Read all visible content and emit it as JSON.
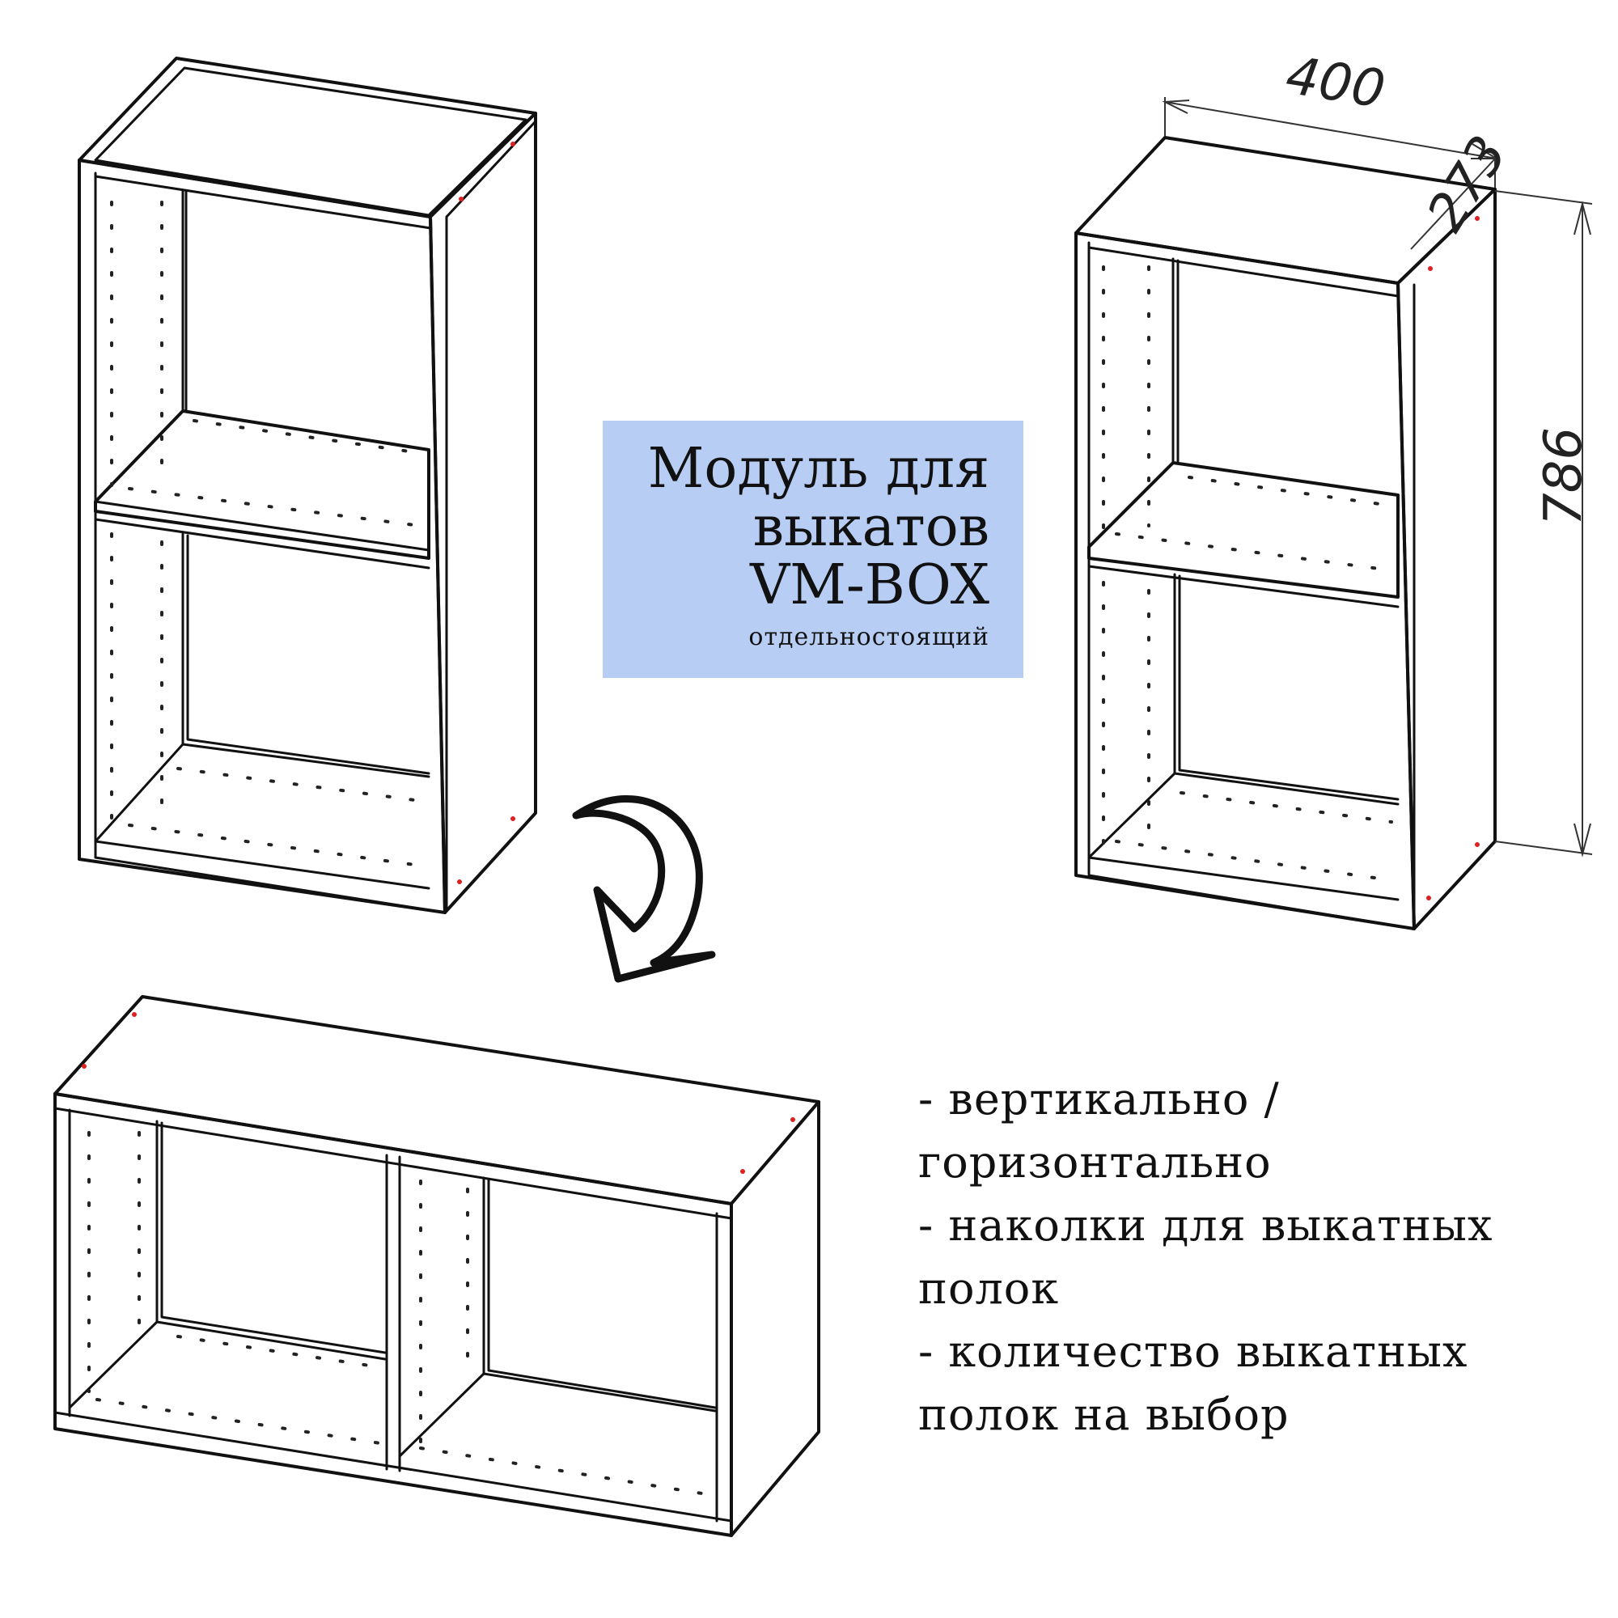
{
  "title": {
    "line1": "Модуль для",
    "line2": "выкатов",
    "line3": "VM-BOX",
    "subtitle": "отдельностоящий"
  },
  "features": [
    "- вертикально /",
    "горизонтально",
    "- наколки для выкатных",
    "полок",
    "- количество выкатных",
    "полок на выбор"
  ],
  "dimensions": {
    "width": "400",
    "depth": "273",
    "height": "786"
  },
  "colors": {
    "title_box": "#b7cdf4",
    "line": "#111111",
    "marker": "#e02020"
  },
  "icons": [
    "curved-arrow-icon"
  ]
}
